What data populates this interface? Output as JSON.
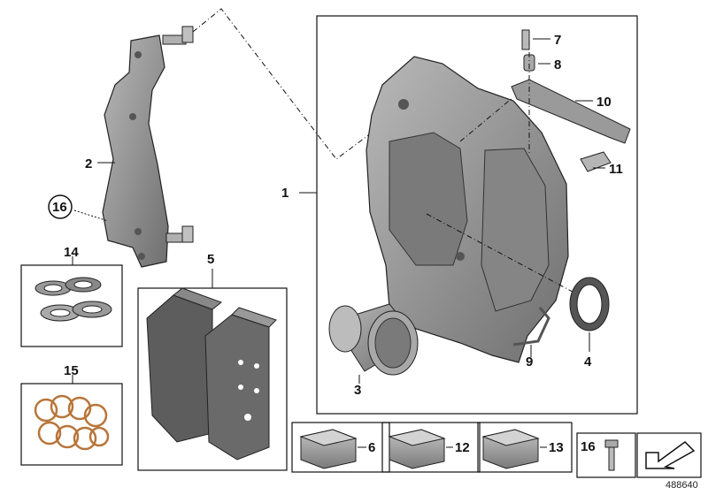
{
  "parts": [
    {
      "id": "part-1",
      "label": "1",
      "name": "brake-caliper-housing"
    },
    {
      "id": "part-2",
      "label": "2",
      "name": "caliper-carrier-bracket"
    },
    {
      "id": "part-3",
      "label": "3",
      "name": "piston"
    },
    {
      "id": "part-4",
      "label": "4",
      "name": "seal-ring"
    },
    {
      "id": "part-5",
      "label": "5",
      "name": "brake-pad-set"
    },
    {
      "id": "part-6",
      "label": "6",
      "name": "repair-kit-box"
    },
    {
      "id": "part-7",
      "label": "7",
      "name": "bleeder-valve"
    },
    {
      "id": "part-8",
      "label": "8",
      "name": "dust-cap"
    },
    {
      "id": "part-9",
      "label": "9",
      "name": "brake-line-connector"
    },
    {
      "id": "part-10",
      "label": "10",
      "name": "retaining-spring-plate"
    },
    {
      "id": "part-11",
      "label": "11",
      "name": "guide-pin"
    },
    {
      "id": "part-12",
      "label": "12",
      "name": "repair-kit-box"
    },
    {
      "id": "part-13",
      "label": "13",
      "name": "repair-kit-box"
    },
    {
      "id": "part-14",
      "label": "14",
      "name": "washer-set"
    },
    {
      "id": "part-15",
      "label": "15",
      "name": "copper-seal-rings"
    },
    {
      "id": "part-16",
      "label": "16",
      "name": "hex-bolt"
    }
  ],
  "circled_label": "16",
  "footer_part_label": "16",
  "diagram_number": "488640",
  "colors": {
    "line": "#111111",
    "caliper_fill": "#8e8e8e",
    "part_fill": "#9a9a9a",
    "pad_dark": "#5d5d5d",
    "copper": "#b8753a",
    "background": "#ffffff"
  }
}
